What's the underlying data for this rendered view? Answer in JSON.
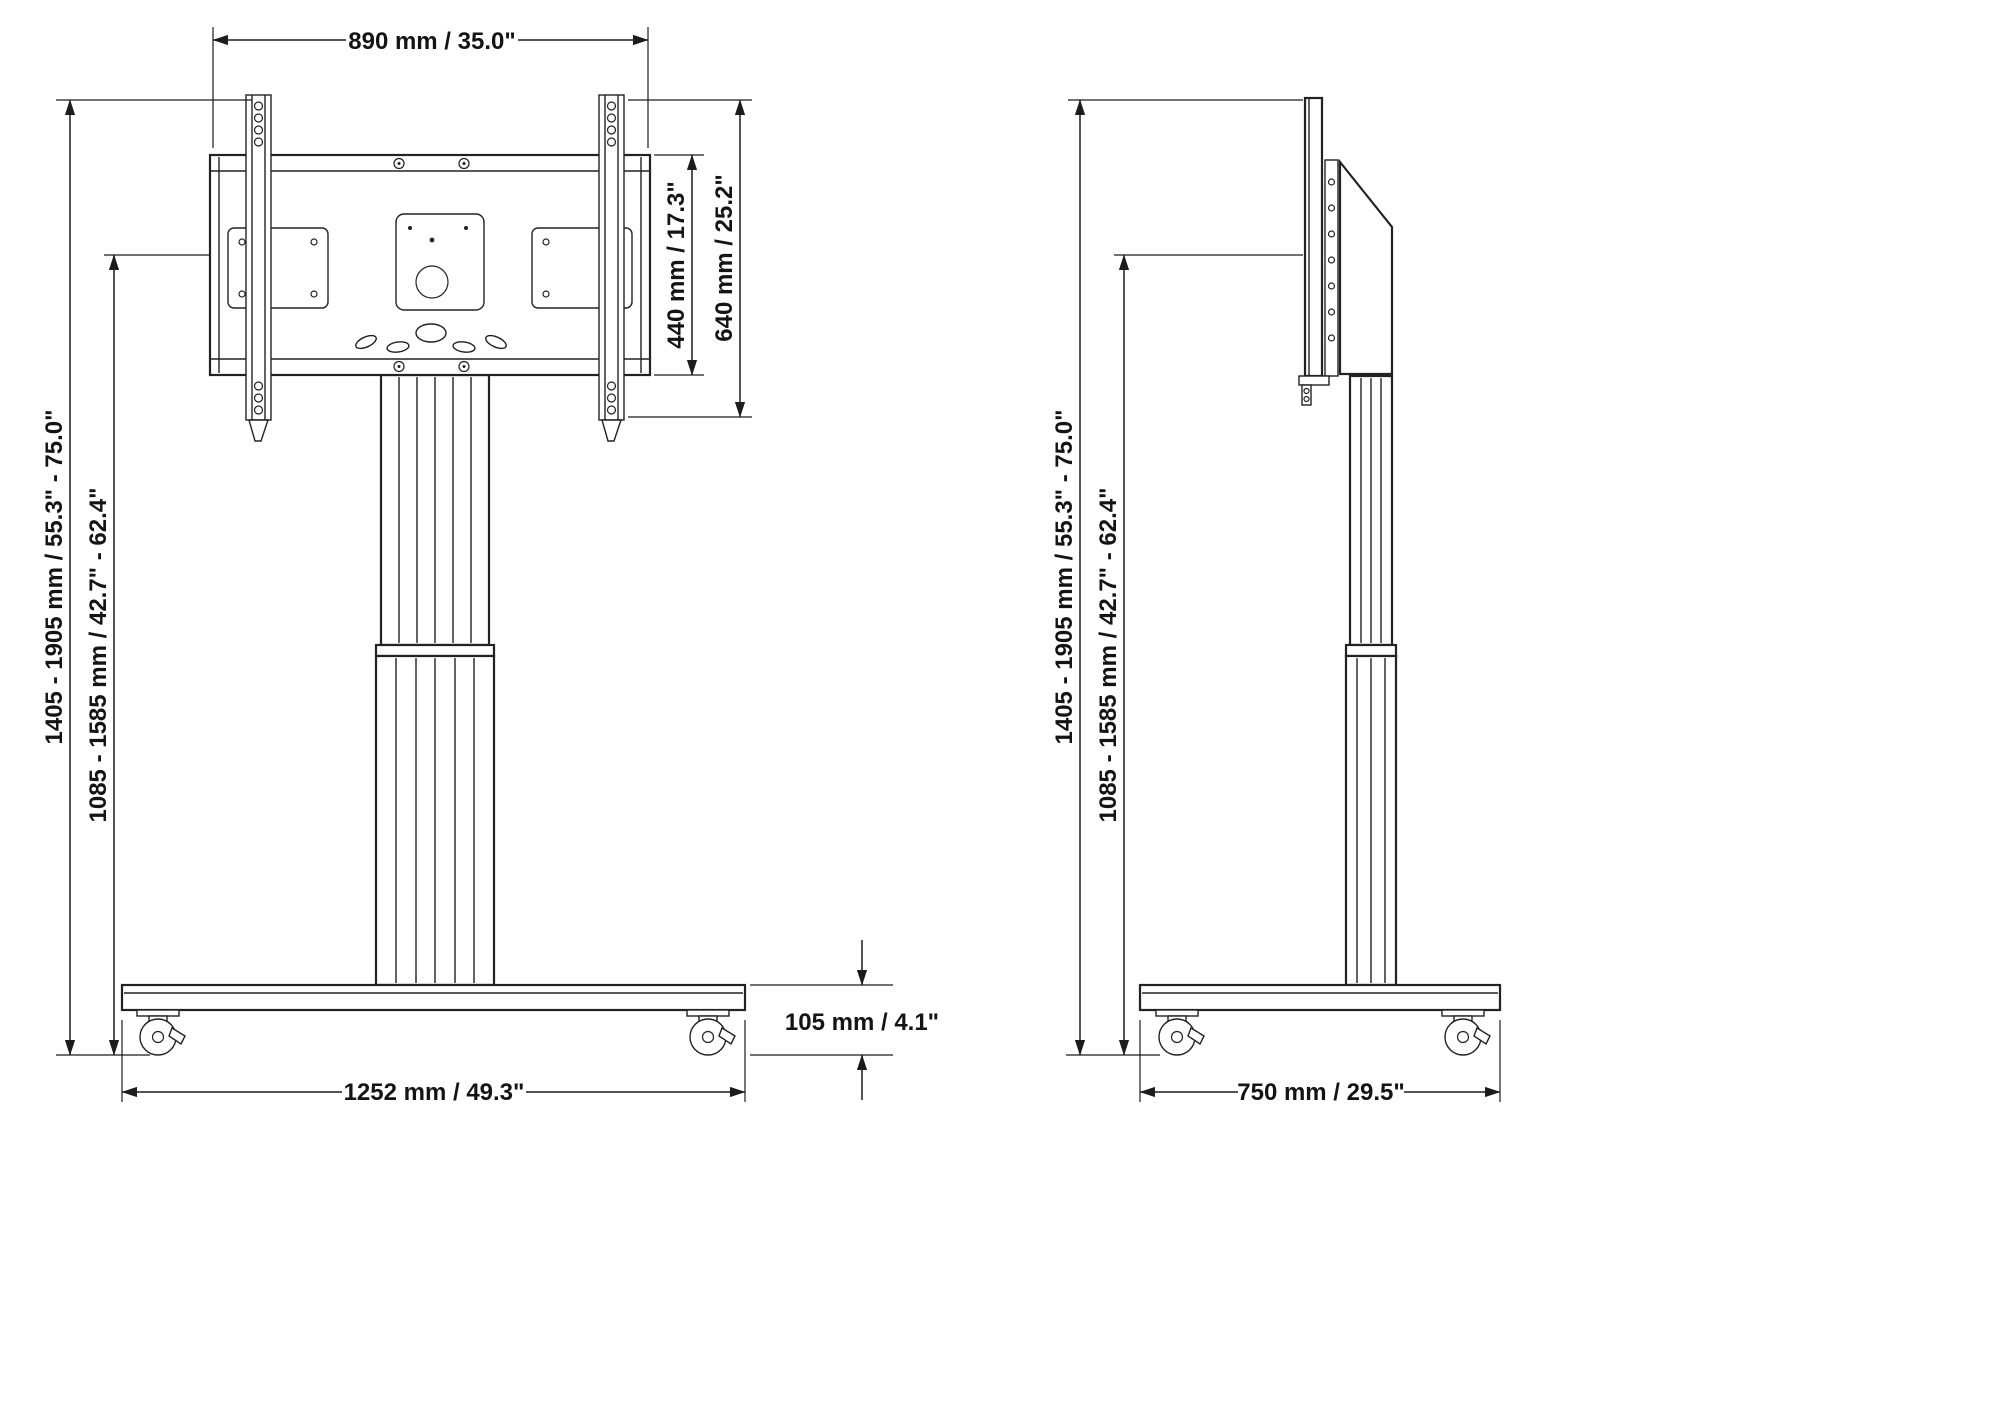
{
  "colors": {
    "line": "#1c1c1c",
    "background": "#ffffff"
  },
  "front": {
    "bracket_width": "890 mm / 35.0\"",
    "vesa_height": "440 mm / 17.3\"",
    "mount_height": "640 mm / 25.2\"",
    "overall_height": "1405 - 1905 mm / 55.3\" - 75.0\"",
    "lift_height": "1085 - 1585 mm / 42.7\" - 62.4\"",
    "base_height": "105 mm / 4.1\"",
    "base_width": "1252 mm / 49.3\""
  },
  "side": {
    "overall_height": "1405 - 1905 mm / 55.3\" - 75.0\"",
    "lift_height": "1085 - 1585 mm / 42.7\" - 62.4\"",
    "base_depth": "750 mm / 29.5\""
  }
}
